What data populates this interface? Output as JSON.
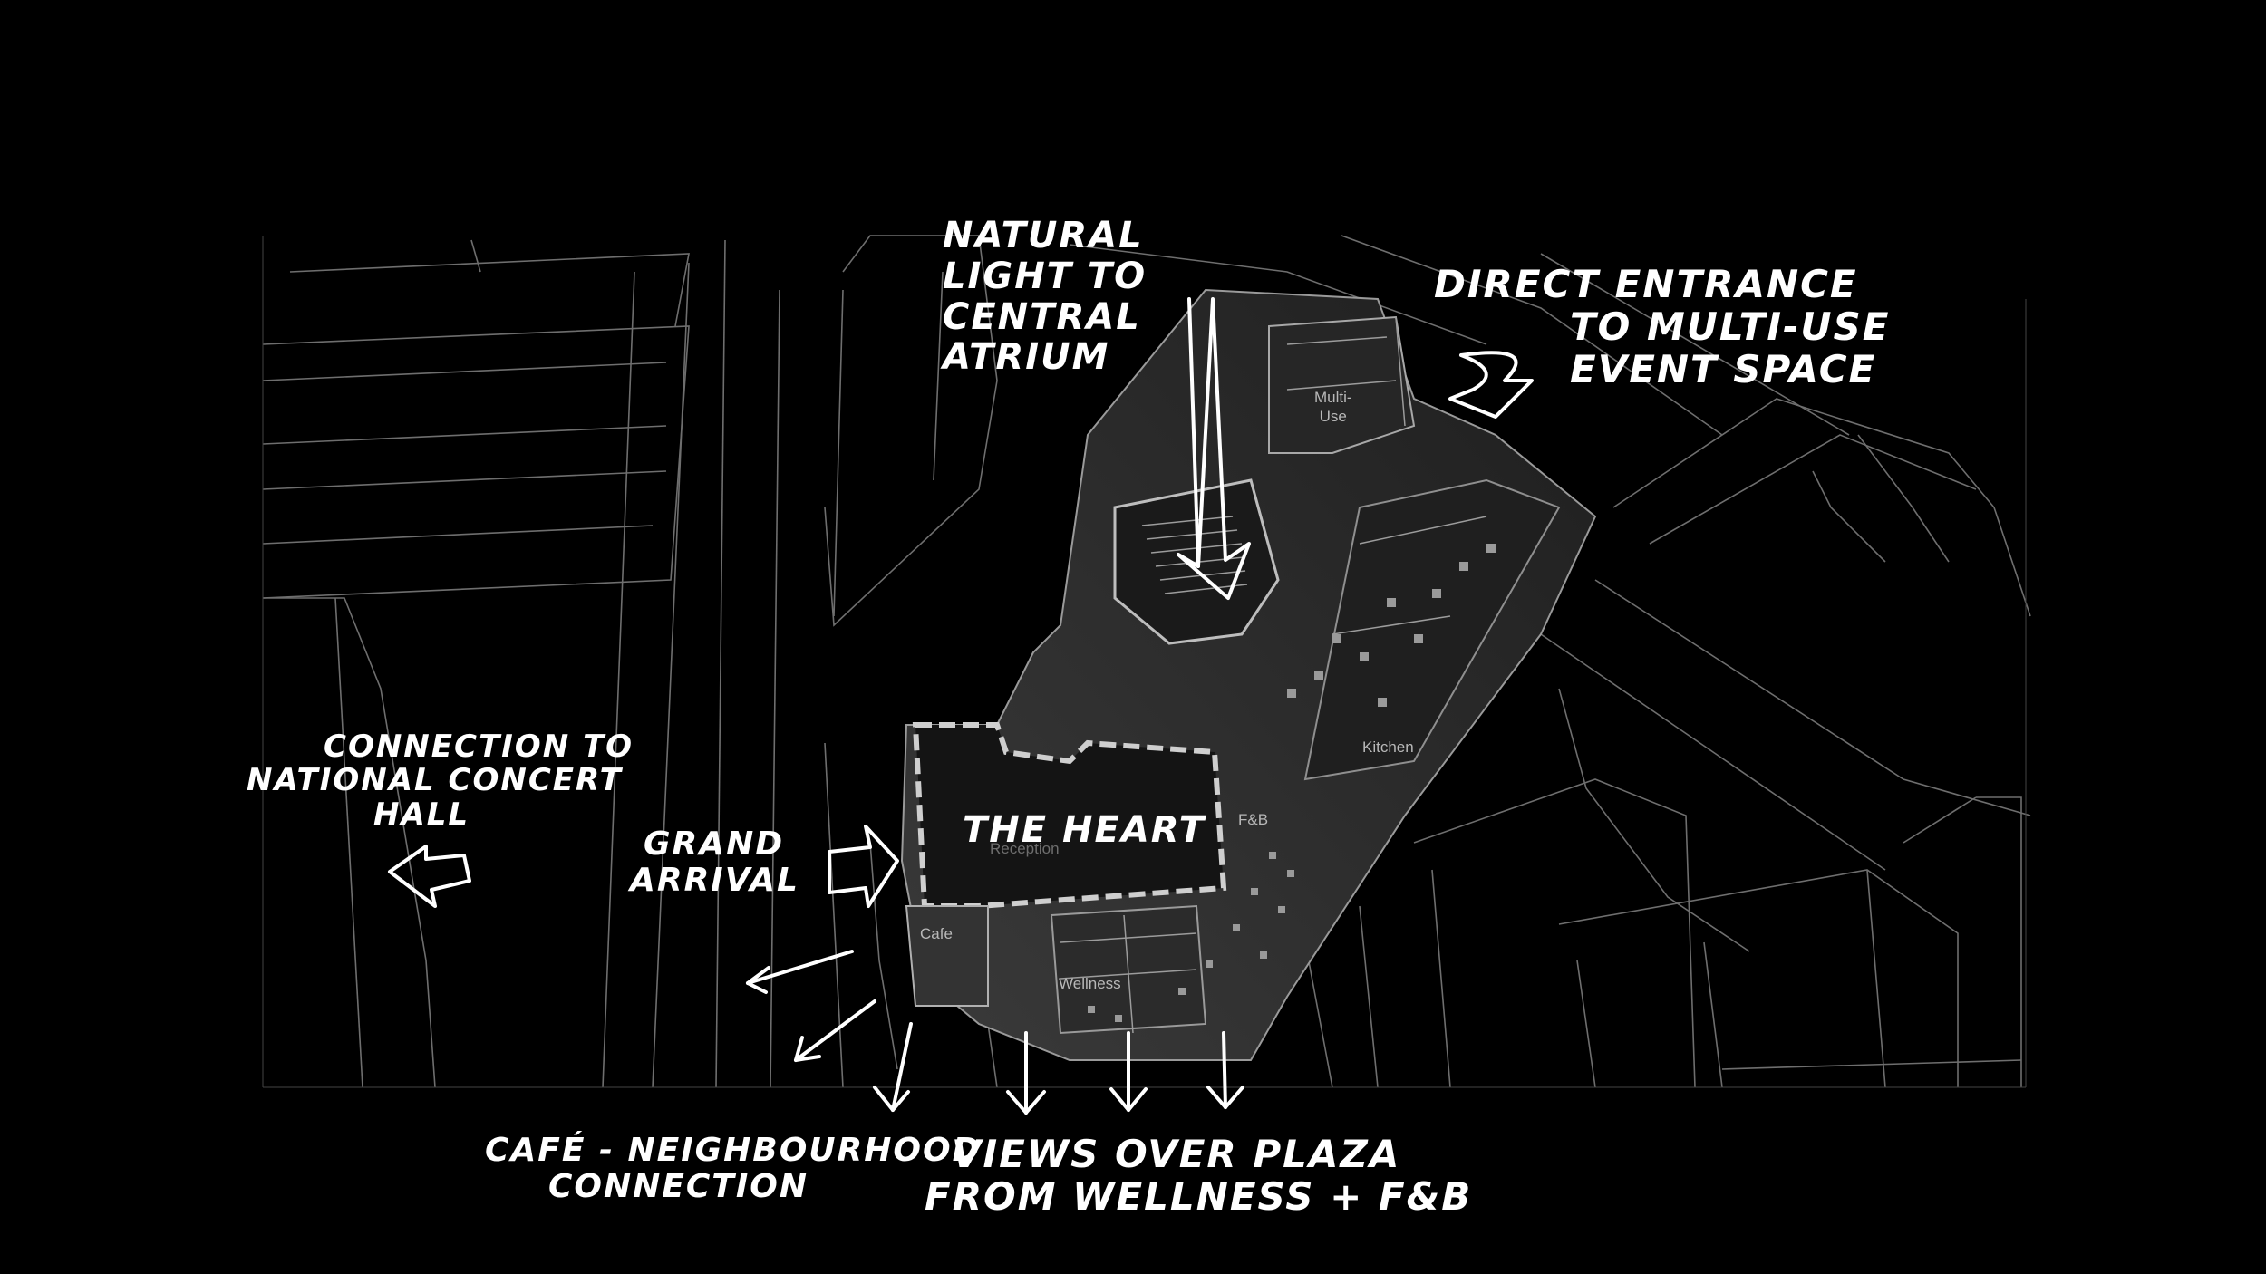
{
  "annotations": {
    "natural_light": [
      "NATURAL",
      "LIGHT TO",
      "CENTRAL",
      "ATRIUM"
    ],
    "direct_entrance": [
      "DIRECT ENTRANCE",
      "TO MULTI-USE",
      "EVENT SPACE"
    ],
    "concert_hall": [
      "CONNECTION TO",
      "NATIONAL CONCERT",
      "HALL"
    ],
    "grand_arrival": [
      "GRAND",
      "ARRIVAL"
    ],
    "the_heart": "THE HEART",
    "cafe_connection": [
      "CAFÉ - NEIGHBOURHOOD",
      "CONNECTION"
    ],
    "views": [
      "VIEWS OVER PLAZA",
      "FROM WELLNESS + F&B"
    ]
  },
  "rooms": {
    "multi_use": [
      "Multi-",
      "Use"
    ],
    "kitchen": "Kitchen",
    "fb": "F&B",
    "reception": "Reception",
    "cafe": "Cafe",
    "wellness": "Wellness"
  },
  "colors": {
    "background": "#000000",
    "linework": "#8a8a8a",
    "annotation": "#ffffff",
    "building_fill": "#2a2a2a"
  }
}
